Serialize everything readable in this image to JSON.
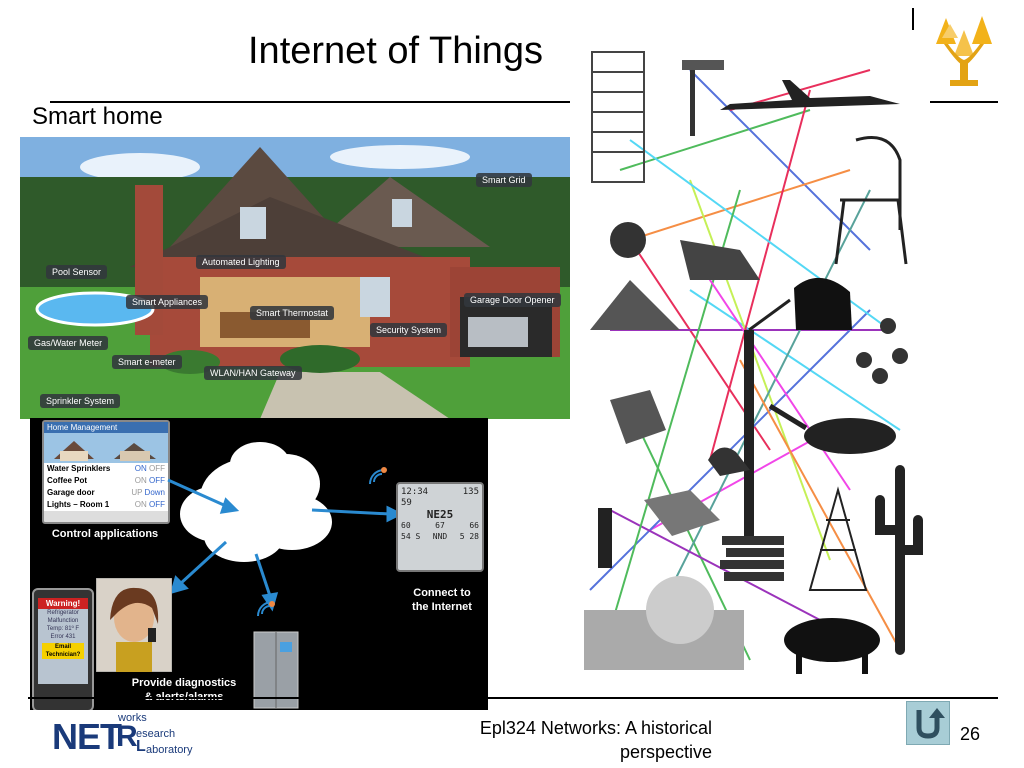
{
  "slide": {
    "title": "Internet of Things",
    "subtitle": "Smart home",
    "footer_text": "Epl324 Networks: A historical perspective",
    "page_number": "26"
  },
  "smart_home_labels": [
    "Smart Grid",
    "Automated Lighting",
    "Pool Sensor",
    "Smart Appliances",
    "Garage Door Opener",
    "Smart Thermostat",
    "Security System",
    "Gas/Water Meter",
    "Smart e-meter",
    "WLAN/HAN Gateway",
    "Sprinkler System"
  ],
  "home_management": {
    "header": "Home Management",
    "rows": [
      {
        "name": "Water Sprinklers",
        "state_a": "ON",
        "state_b": "OFF"
      },
      {
        "name": "Coffee Pot",
        "state_a": "ON",
        "state_b": "OFF"
      },
      {
        "name": "Garage door",
        "state_a": "UP",
        "state_b": "Down"
      },
      {
        "name": "Lights – Room 1",
        "state_a": "ON",
        "state_b": "OFF"
      }
    ],
    "control_label": "Control applications",
    "connect_label_1": "Connect to",
    "connect_label_2": "the Internet",
    "diag_label_1": "Provide diagnostics",
    "diag_label_2": "& alerts/alarms",
    "warning": {
      "title": "Warning!",
      "lines": [
        "Refrigerator",
        "Malfunction",
        "Temp: 81º F",
        "Error 431"
      ],
      "button_1": "Email",
      "button_2": "Technician?"
    },
    "weather": {
      "time": "12:34",
      "temp": "135",
      "line2": "59",
      "line3": "NE25",
      "low1": "60",
      "low2": "67",
      "low3": "66",
      "w1": "54 S",
      "w2": "NND",
      "w3": "5 28"
    }
  },
  "logo": {
    "net": "NET",
    "r": "R",
    "l": "L",
    "works": "works",
    "esearch": "esearch",
    "aboratory": "aboratory"
  }
}
